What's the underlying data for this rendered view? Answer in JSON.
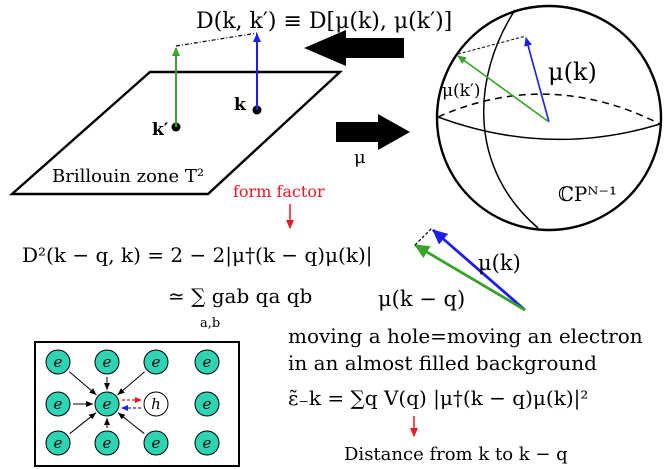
{
  "colors": {
    "electron_fill": "#2ed3b3",
    "form_factor_red": "#e8191f",
    "green_vector": "#3aa12a",
    "blue_vector": "#1d1df0",
    "ink": "#000000"
  },
  "top_formula": {
    "lhs": "D(k, k′) ≡ D[μ(k), μ(k′)]"
  },
  "brillouin": {
    "label": "Brillouin zone T²",
    "point_k_label": "k",
    "point_kprime_label": "k′"
  },
  "map_label": "μ",
  "sphere": {
    "mu_k": "μ(k)",
    "mu_kprime": "μ(k′)",
    "manifold": "ℂPᴺ⁻¹"
  },
  "form_factor_label": "form factor",
  "distance_eq": {
    "line1": "D²(k − q, k) = 2 − 2|μ†(k − q)μ(k)|",
    "line2": "≃ ∑ gab qa qb",
    "sum_index": "a,b"
  },
  "vector_diagram": {
    "mu_k": "μ(k)",
    "mu_k_minus_q": "μ(k − q)"
  },
  "lattice": {
    "electron_label": "e",
    "hole_label": "h"
  },
  "hole_text": {
    "line1": "moving a hole=moving an electron",
    "line2": "in an almost filled background"
  },
  "energy_eq": "ε̃₋k = ∑q V(q) |μ†(k − q)μ(k)|²",
  "distance_caption": "Distance from k to k − q"
}
